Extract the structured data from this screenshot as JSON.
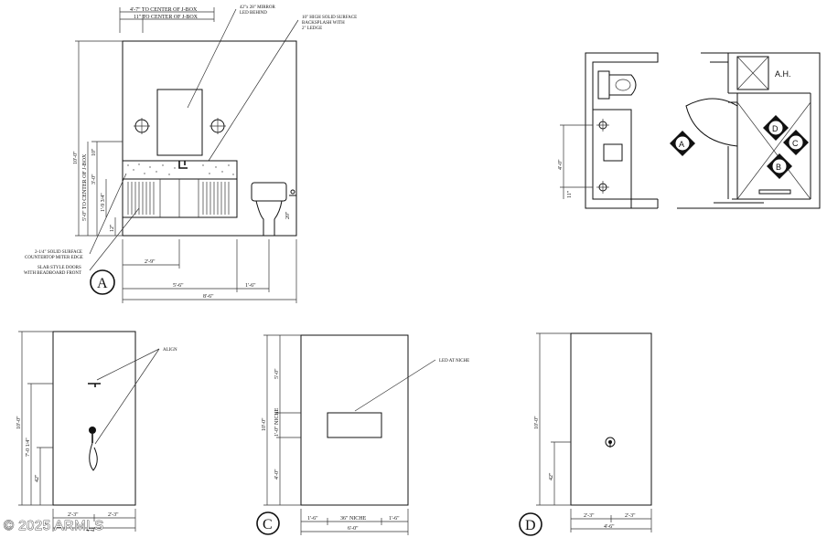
{
  "elevation_a": {
    "dim_jbox_1": "4'-7\" TO CENTER OF J-BOX",
    "dim_jbox_2": "11\" TO CENTER OF J-BOX",
    "mirror_note_1": "42\"x 28\" MIRROR",
    "mirror_note_2": "LED BEHIND",
    "backsplash_note_1": "10\" HIGH SOLID SURFACE",
    "backsplash_note_2": "BACKSPLASH WITH",
    "backsplash_note_3": "2\" LEDGE",
    "height_total": "10'-0\"",
    "jbox_height": "5'-0\" TO CENTER OF J-BOX",
    "dim_10": "10\"",
    "dim_3_0": "3'-0\"",
    "dim_1_9": "1'-9 3/4\"",
    "dim_12": "12\"",
    "dim_20": "20\"",
    "countertop_note_1": "2-1/4\" SOLID SURFACE",
    "countertop_note_2": "COUNTERTOP MITER EDGE",
    "doors_note_1": "SLAB STYLE DOORS",
    "doors_note_2": "WITH BEADBOARD FRONT",
    "dim_2_9": "2'-9\"",
    "dim_5_6": "5'-6\"",
    "dim_1_6": "1'-6\"",
    "dim_8_6": "8'-6\"",
    "label": "A"
  },
  "floor_plan": {
    "ah_label": "A.H.",
    "dim_4_0": "4'-0\"",
    "dim_11": "11\"",
    "tag_a": "A",
    "tag_b": "B",
    "tag_c": "C",
    "tag_d": "D"
  },
  "elevation_b": {
    "align_note": "ALIGN",
    "height_total": "10'-0\"",
    "dim_7_0": "7'-0 1/4\"",
    "dim_42": "42\"",
    "dim_2_3a": "2'-3\"",
    "dim_2_3b": "2'-3\"",
    "dim_4_6": "4'-6\""
  },
  "elevation_c": {
    "led_note": "LED AT NICHE",
    "height_total": "10'-0\"",
    "dim_5_0": "5'-0\"",
    "dim_niche_h": "1'-0\" NICHE",
    "dim_4_0": "4'-0\"",
    "dim_1_6a": "1'-6\"",
    "dim_niche_w": "36\" NICHE",
    "dim_1_6b": "1'-6\"",
    "dim_6_0": "6'-0\"",
    "label": "C"
  },
  "elevation_d": {
    "height_total": "10'-0\"",
    "dim_42": "42\"",
    "dim_2_3a": "2'-3\"",
    "dim_2_3b": "2'-3\"",
    "dim_4_6": "4'-6\"",
    "label": "D"
  },
  "watermark": "© 2025 ARMLS"
}
